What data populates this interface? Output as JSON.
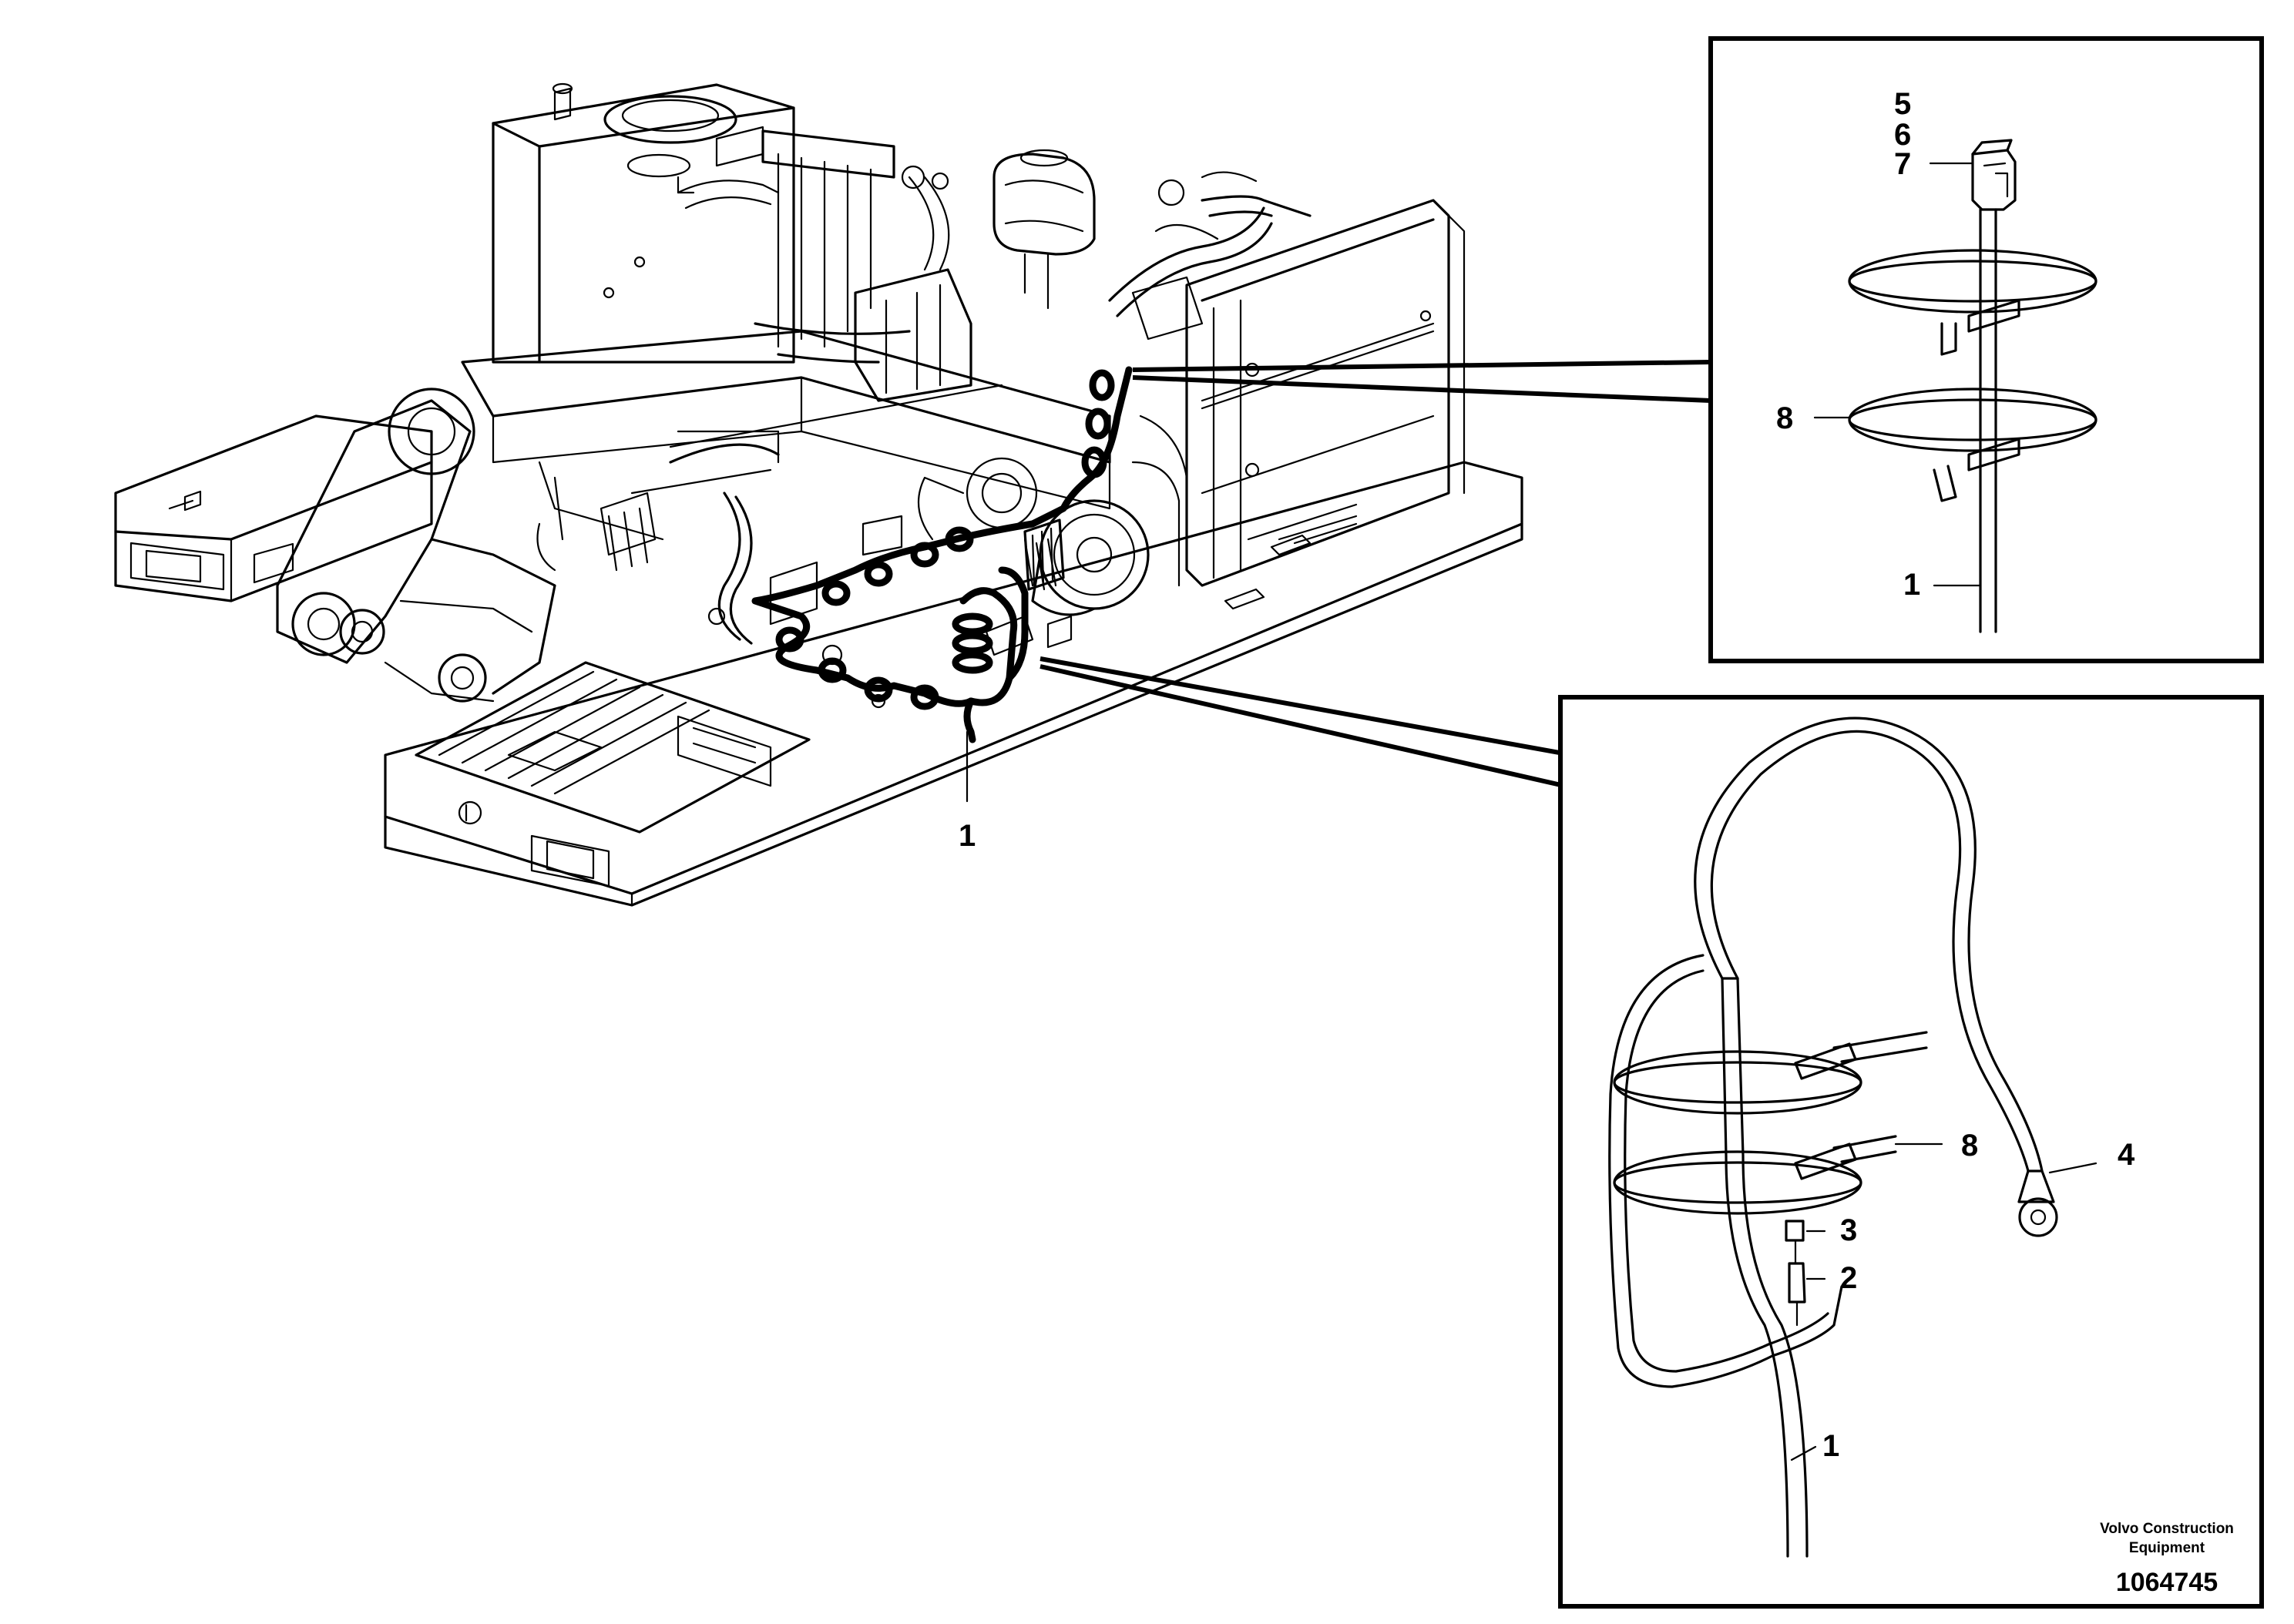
{
  "callouts": {
    "main_harness": "1",
    "detail_top": {
      "group": [
        "5",
        "6",
        "7"
      ],
      "tie": "8",
      "harness": "1"
    },
    "detail_bottom": {
      "tie": "8",
      "item3": "3",
      "item2": "2",
      "ring": "4",
      "harness": "1"
    }
  },
  "credit": {
    "line1": "Volvo Construction",
    "line2": "Equipment"
  },
  "document_number": "1064745",
  "colors": {
    "ink": "#000000",
    "paper": "#ffffff"
  }
}
